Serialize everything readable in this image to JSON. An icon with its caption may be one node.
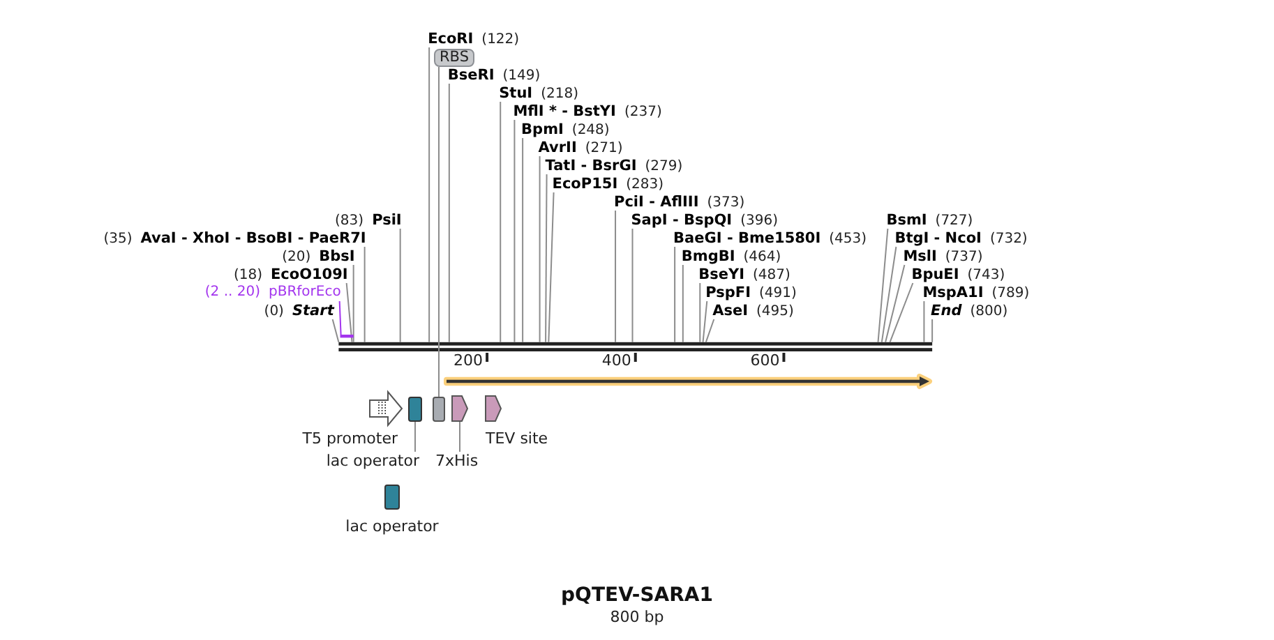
{
  "diagram": {
    "title": "pQTEV-SARA1",
    "caption": "800 bp",
    "nodes": [
      {
        "text": [
          "PciI - AflIII",
          "(373)"
        ]
      },
      {
        "text": [
          "SapI - BspQI",
          "(396)"
        ]
      },
      {
        "text": [
          "EcoRI",
          "(122)"
        ]
      },
      {
        "text": [
          "BaeGI - Bme1580I",
          "(453)"
        ]
      },
      {
        "text": [
          "BmgBI",
          "(464)"
        ]
      },
      {
        "text": [
          "RBS"
        ]
      },
      {
        "text": [
          "BseYI",
          "(487)"
        ]
      },
      {
        "text": [
          "(83)",
          "PsiI"
        ]
      },
      {
        "text": [
          "BseRI",
          "(149)"
        ]
      },
      {
        "text": [
          "PspFI",
          "(491)"
        ]
      },
      {
        "text": [
          "AseI",
          "(495)"
        ]
      },
      {
        "text": [
          "BsmI",
          "(727)"
        ]
      },
      {
        "text": [
          "(35)",
          "AvaI - XhoI - BsoBI - PaeR7I"
        ]
      },
      {
        "text": [
          "StuI",
          "(218)"
        ]
      },
      {
        "text": [
          "BtgI - NcoI",
          "(732)"
        ]
      },
      {
        "text": [
          "(20)",
          "BbsI"
        ]
      },
      {
        "text": [
          "MflI * - BstYI",
          "(237)"
        ]
      },
      {
        "text": [
          "MslI",
          "(737)"
        ]
      },
      {
        "text": [
          "(18)",
          "EcoO109I"
        ]
      },
      {
        "text": [
          "BpmI",
          "(248)"
        ]
      },
      {
        "text": [
          "BpuEI",
          "(743)"
        ]
      },
      {
        "text": [
          "AvrII",
          "(271)"
        ]
      },
      {
        "text": [
          "(2 .. 20)",
          "pBRforEco"
        ]
      },
      {
        "text": [
          "TatI - BsrGI",
          "(279)"
        ]
      },
      {
        "text": [
          "MspA1I",
          "(789)"
        ]
      },
      {
        "text": [
          "(0)",
          "Start"
        ]
      },
      {
        "text": [
          "EcoP15I",
          "(283)"
        ]
      },
      {
        "text": [
          "End",
          "(800)"
        ]
      },
      {
        "text": [],
        "shape": "bar"
      },
      {
        "text": [],
        "shape": "bar"
      },
      {
        "text": [],
        "shape": "arrow"
      },
      {
        "text": [],
        "shape": "arrow",
        "beside": [
          "T5 promoter"
        ]
      },
      {
        "text": [],
        "shape": "box"
      },
      {
        "text": [],
        "shape": "box"
      },
      {
        "text": [],
        "shape": "arrow"
      },
      {
        "text": [],
        "shape": "arrow",
        "beside": [
          "TEV site"
        ]
      },
      {
        "text": [
          "lac operator"
        ]
      },
      {
        "text": [
          "7xHis"
        ]
      },
      {
        "text": [],
        "shape": "box",
        "beside": [
          "lac operator"
        ]
      }
    ],
    "edges": [
      {
        "from": 0,
        "to": 29,
        "arrow": "none"
      },
      {
        "from": 1,
        "to": 29,
        "arrow": "none"
      },
      {
        "from": 2,
        "to": 29,
        "arrow": "none"
      },
      {
        "from": 3,
        "to": 29,
        "arrow": "none"
      },
      {
        "from": 4,
        "to": 29,
        "arrow": "none"
      },
      {
        "from": 5,
        "to": 33,
        "arrow": "none"
      },
      {
        "from": 6,
        "to": 29,
        "arrow": "none"
      },
      {
        "from": 7,
        "to": 29,
        "arrow": "none"
      },
      {
        "from": 8,
        "to": 29,
        "arrow": "none"
      },
      {
        "from": 9,
        "to": 29,
        "arrow": "none"
      },
      {
        "from": 10,
        "to": 29,
        "arrow": "none"
      },
      {
        "from": 11,
        "to": 29,
        "arrow": "none"
      },
      {
        "from": 12,
        "to": 29,
        "arrow": "none"
      },
      {
        "from": 13,
        "to": 29,
        "arrow": "none"
      },
      {
        "from": 14,
        "to": 29,
        "arrow": "none"
      },
      {
        "from": 15,
        "to": 29,
        "arrow": "none"
      },
      {
        "from": 16,
        "to": 29,
        "arrow": "none"
      },
      {
        "from": 17,
        "to": 29,
        "arrow": "none"
      },
      {
        "from": 18,
        "to": 29,
        "arrow": "none"
      },
      {
        "from": 19,
        "to": 29,
        "arrow": "none"
      },
      {
        "from": 20,
        "to": 29,
        "arrow": "none"
      },
      {
        "from": 21,
        "to": 29,
        "arrow": "none"
      },
      {
        "from": 22,
        "to": 28,
        "arrow": "none",
        "color": "#a335ee"
      },
      {
        "from": 23,
        "to": 29,
        "arrow": "none"
      },
      {
        "from": 24,
        "to": 29,
        "arrow": "none"
      },
      {
        "from": 25,
        "to": 29,
        "arrow": "none"
      },
      {
        "from": 26,
        "to": 29,
        "arrow": "none"
      },
      {
        "from": 27,
        "to": 29,
        "arrow": "none"
      },
      {
        "from": 36,
        "to": 32,
        "arrow": "none"
      },
      {
        "from": 37,
        "to": 34,
        "arrow": "none"
      }
    ],
    "labels": [
      "200",
      "400",
      "600"
    ]
  }
}
